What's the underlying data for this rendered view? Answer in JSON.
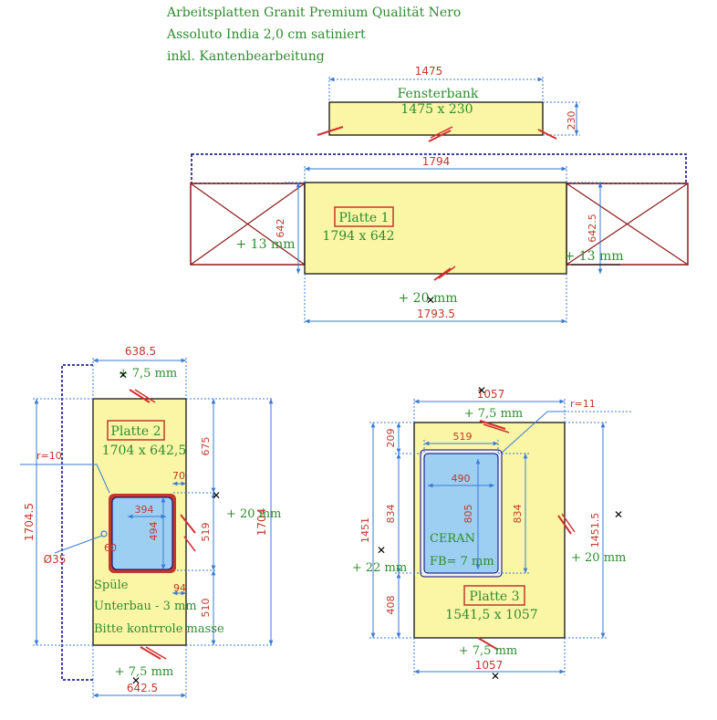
{
  "header": {
    "line1": "Arbeitsplatten Granit Premium Qualität Nero",
    "line2": "Assoluto India 2,0 cm satiniert",
    "line3": "inkl. Kantenbearbeitung"
  },
  "fensterbank": {
    "dim_top": "1475",
    "title": "Fensterbank",
    "size": "1475 x 230",
    "dim_side": "230"
  },
  "platte1": {
    "label": "Platte 1",
    "size": "1794 x 642",
    "dim_top": "1794",
    "dim_bottom": "1793.5",
    "dim_left": "642",
    "dim_right": "642.5",
    "overhang_left": "+ 13 mm",
    "overhang_right": "+ 13 mm",
    "overhang_bottom": "+ 20 mm"
  },
  "platte2": {
    "label": "Platte 2",
    "size": "1704 x 642,5",
    "dim_top": "638.5",
    "dim_bottom": "642.5",
    "dim_left": "1704.5",
    "dim_right": "1704",
    "seg_top": "675",
    "seg_mid": "519",
    "seg_bot": "510",
    "sink_w": "394",
    "sink_h": "494",
    "gap_right": "70",
    "gap_bottom": "94",
    "radius": "r=10",
    "hole": "Ø35",
    "hole_offset": "60",
    "overhang_top": "+ 7,5 mm",
    "overhang_right": "+ 20 mm",
    "overhang_bottom": "+ 7,5 mm",
    "note1": "Spüle",
    "note2": "Unterbau - 3 mm",
    "note3": "Bitte kontrrole masse"
  },
  "platte3": {
    "label": "Platte 3",
    "size": "1541,5 x 1057",
    "dim_top": "1057",
    "dim_bottom": "1057",
    "dim_left": "1451",
    "dim_right": "1451.5",
    "seg_top": "209",
    "seg_mid": "834",
    "seg_bot": "408",
    "cook_w_outer": "519",
    "cook_w_inner": "490",
    "cook_h_inner": "805",
    "cook_h_outer": "834",
    "radius": "r=11",
    "overhang_top": "+ 7,5 mm",
    "overhang_left": "+ 22 mm",
    "overhang_right": "+ 20 mm",
    "overhang_bottom": "+ 7,5 mm",
    "ceran1": "CERAN",
    "ceran2": "FB= 7 mm"
  },
  "colors": {
    "slab": "#fbf6a6",
    "dim_line": "#3a7bd5",
    "text_green": "#2e8b2e",
    "text_red": "#c0392b",
    "wall": "#8b1a1a",
    "hatch": "#c0392b",
    "sink": "#9ccff2",
    "outline": "#000080"
  }
}
